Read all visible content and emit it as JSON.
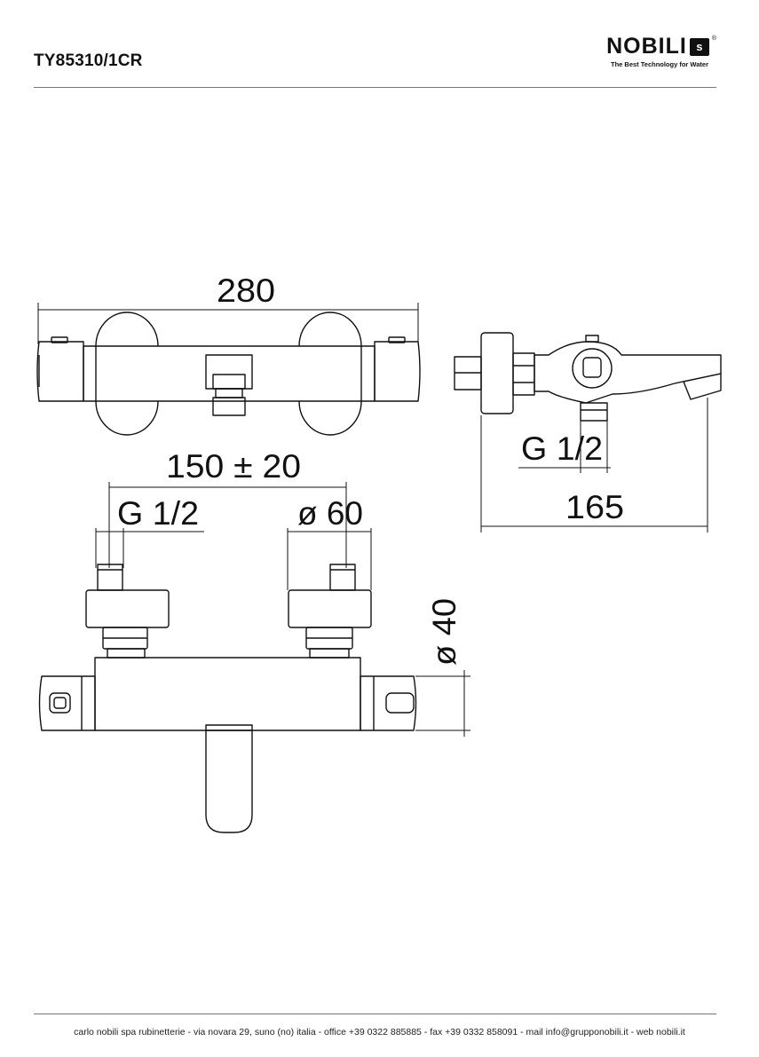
{
  "header": {
    "product_code": "TY85310/1CR",
    "brand": "NOBILI",
    "brand_mark": "s",
    "tagline": "The Best Technology for Water"
  },
  "dimensions": {
    "overall_width": "280",
    "depth": "165",
    "side_inlet_thread": "G 1/2",
    "centre_distance": "150 ± 20",
    "inlet_thread": "G 1/2",
    "flange_diameter": "ø 60",
    "body_diameter": "ø 40"
  },
  "footer": {
    "text": "carlo nobili spa rubinetterie - via novara 29, suno (no) italia - office +39 0322 885885 - fax +39 0332 858091 - mail info@grupponobili.it - web nobili.it"
  }
}
